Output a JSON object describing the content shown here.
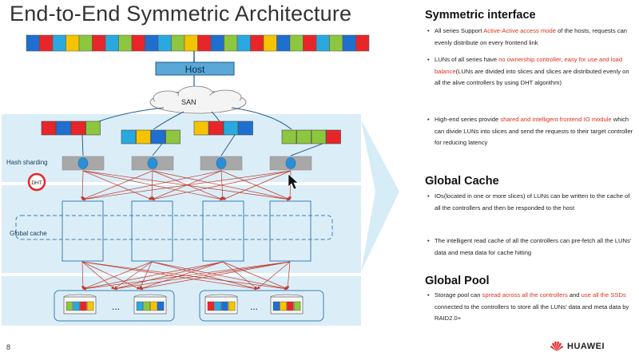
{
  "title": "End-to-End Symmetric Architecture",
  "page_number": "8",
  "brand": "HUAWEI",
  "diagram": {
    "host_label": "Host",
    "san_label": "SAN",
    "hash_sharding_label": "Hash sharding",
    "dht_label": "DHT",
    "global_cache_label": "Global cache",
    "ellipsis": "..."
  },
  "colors": {
    "red": "#e8262a",
    "blue": "#1f6fd1",
    "cyan": "#29a9e0",
    "green": "#8dc63f",
    "yellow": "#f5c400",
    "gray": "#a8a8a8",
    "highlight": "#e0301e",
    "panel": "#dbeef8"
  },
  "sections": [
    {
      "title": "Symmetric interface",
      "bullets": [
        {
          "segments": [
            {
              "text": "All series Support ",
              "hl": false
            },
            {
              "text": "Active-Active access mode",
              "hl": true
            },
            {
              "text": " of the hosts, requests can evenly distribute on every frontend link",
              "hl": false
            }
          ]
        },
        {
          "segments": [
            {
              "text": "LUNs of all series have ",
              "hl": false
            },
            {
              "text": "no ownership controller, easy for use and load balance",
              "hl": true
            },
            {
              "text": "(LUNs are divided into  slices and slices are distributed evenly on all the alive controllers by using DHT algorithm)",
              "hl": false
            }
          ]
        },
        {
          "segments": [
            {
              "text": " High-end series provide ",
              "hl": false
            },
            {
              "text": "shared and intelligent frontend IO module",
              "hl": true
            },
            {
              "text": " which can divide LUNs into slices and send the requests to their target controller for reducing latency",
              "hl": false
            }
          ]
        }
      ]
    },
    {
      "title": "Global Cache",
      "bullets": [
        {
          "segments": [
            {
              "text": "IOs(located in one or more slices) of LUNs can be written to the cache of all the controllers and then be responded to the host",
              "hl": false
            }
          ]
        },
        {
          "segments": [
            {
              "text": "The intelligent read cache of all the controllers can pre-fetch all the LUNs' data and meta data for cache hitting",
              "hl": false
            }
          ]
        }
      ]
    },
    {
      "title": "Global Pool",
      "bullets": [
        {
          "segments": [
            {
              "text": "Storage pool can ",
              "hl": false
            },
            {
              "text": "spread across all the controllers",
              "hl": true
            },
            {
              "text": " and ",
              "hl": false
            },
            {
              "text": "use all the SSDs",
              "hl": true
            },
            {
              "text": " connected to the controllers to store all the LUNs' data and meta data by RAID2.0+",
              "hl": false
            }
          ]
        }
      ]
    }
  ]
}
